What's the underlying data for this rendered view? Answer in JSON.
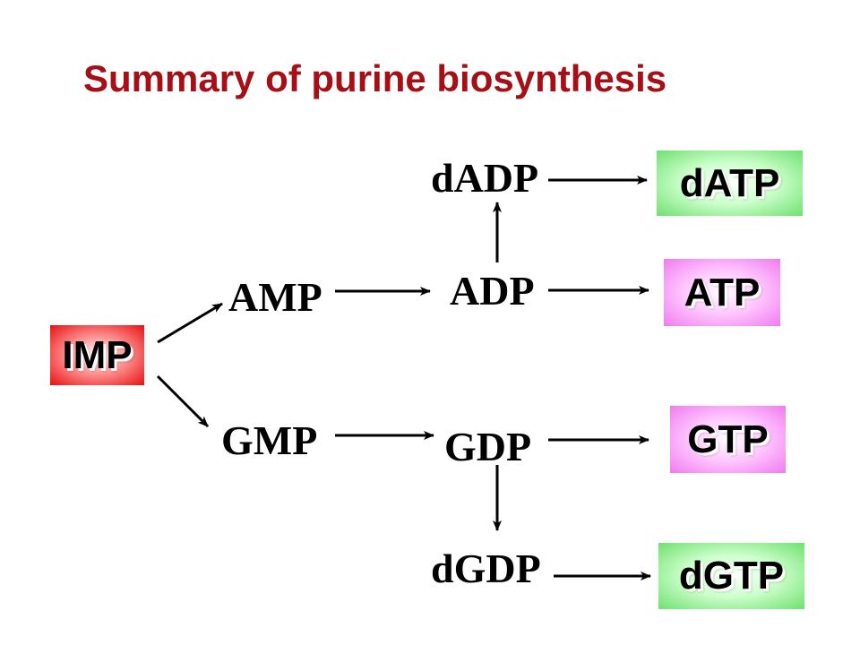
{
  "title": "Summary of purine biosynthesis",
  "nodes": {
    "imp": "IMP",
    "amp": "AMP",
    "gmp": "GMP",
    "adp": "ADP",
    "gdp": "GDP",
    "dadp": "dADP",
    "dgdp": "dGDP",
    "atp": "ATP",
    "gtp": "GTP",
    "datp": "dATP",
    "dgtp": "dGTP"
  },
  "colors": {
    "title": "#a50f15",
    "imp_box": "#e80f0f",
    "ribo_box": "#f07af0",
    "deoxy_box": "#6fe06f",
    "arrow": "#000000"
  },
  "edges": [
    [
      "IMP",
      "AMP"
    ],
    [
      "IMP",
      "GMP"
    ],
    [
      "AMP",
      "ADP"
    ],
    [
      "GMP",
      "GDP"
    ],
    [
      "ADP",
      "dADP"
    ],
    [
      "GDP",
      "dGDP"
    ],
    [
      "dADP",
      "dATP"
    ],
    [
      "ADP",
      "ATP"
    ],
    [
      "GDP",
      "GTP"
    ],
    [
      "dGDP",
      "dGTP"
    ]
  ]
}
